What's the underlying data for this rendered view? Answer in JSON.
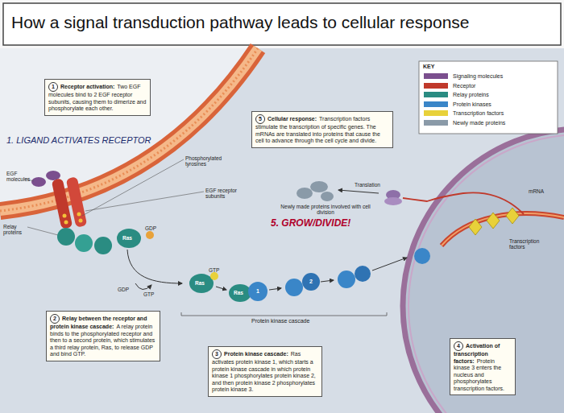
{
  "diagram": {
    "title": "How a signal transduction pathway leads to cellular response",
    "nodes": [
      {
        "text": [
          "1",
          "Receptor activation:",
          "Two EGF molecules bind to 2 EGF receptor subunits, causing them to dimerize and phosphorylate each other."
        ]
      },
      {
        "text": [
          "5",
          "Cellular response:",
          "Transcription factors stimulate the transcription of specific genes. The mRNAs are translated into proteins that cause the cell to advance through the cell cycle and divide."
        ]
      },
      {
        "text": [
          "2",
          "Relay between the receptor and protein kinase cascade:",
          "A relay protein binds to the phosphorylated receptor and then to a second protein, which stimulates a third relay protein, Ras, to release GDP and bind GTP."
        ]
      },
      {
        "text": [
          "3",
          "Protein kinase cascade:",
          "Ras activates protein kinase 1, which starts a protein kinase cascade in which protein kinase 1 phosphorylates protein kinase 2, and then protein kinase 2 phosphorylates protein kinase 3."
        ]
      },
      {
        "text": [
          "4",
          "Activation of transcription factors:",
          "Protein kinase 3 enters the nucleus and phosphorylates transcription factors."
        ]
      }
    ],
    "labels": [
      "1. LIGAND ACTIVATES RECEPTOR",
      "EGF molecules",
      "Relay proteins",
      "Phosphorylated tyrosines",
      "EGF receptor subunits",
      "Ras",
      "GDP",
      "GDP",
      "GTP",
      "Ras",
      "GTP",
      "Ras",
      "1",
      "2",
      "Protein kinase cascade",
      "Newly made proteins involved with cell division",
      "5. GROW/DIVIDE!",
      "Translation",
      "mRNA",
      "Transcription factors",
      "KEY"
    ],
    "legend": [
      {
        "text": "Signaling molecules",
        "color": "#7b4f8e"
      },
      {
        "text": "Receptor",
        "color": "#c0392b"
      },
      {
        "text": "Relay proteins",
        "color": "#2a8c82"
      },
      {
        "text": "Protein kinases",
        "color": "#3a86c8"
      },
      {
        "text": "Transcription factors",
        "color": "#e8d13a"
      },
      {
        "text": "Newly made proteins",
        "color": "#8a9aa8"
      }
    ]
  }
}
